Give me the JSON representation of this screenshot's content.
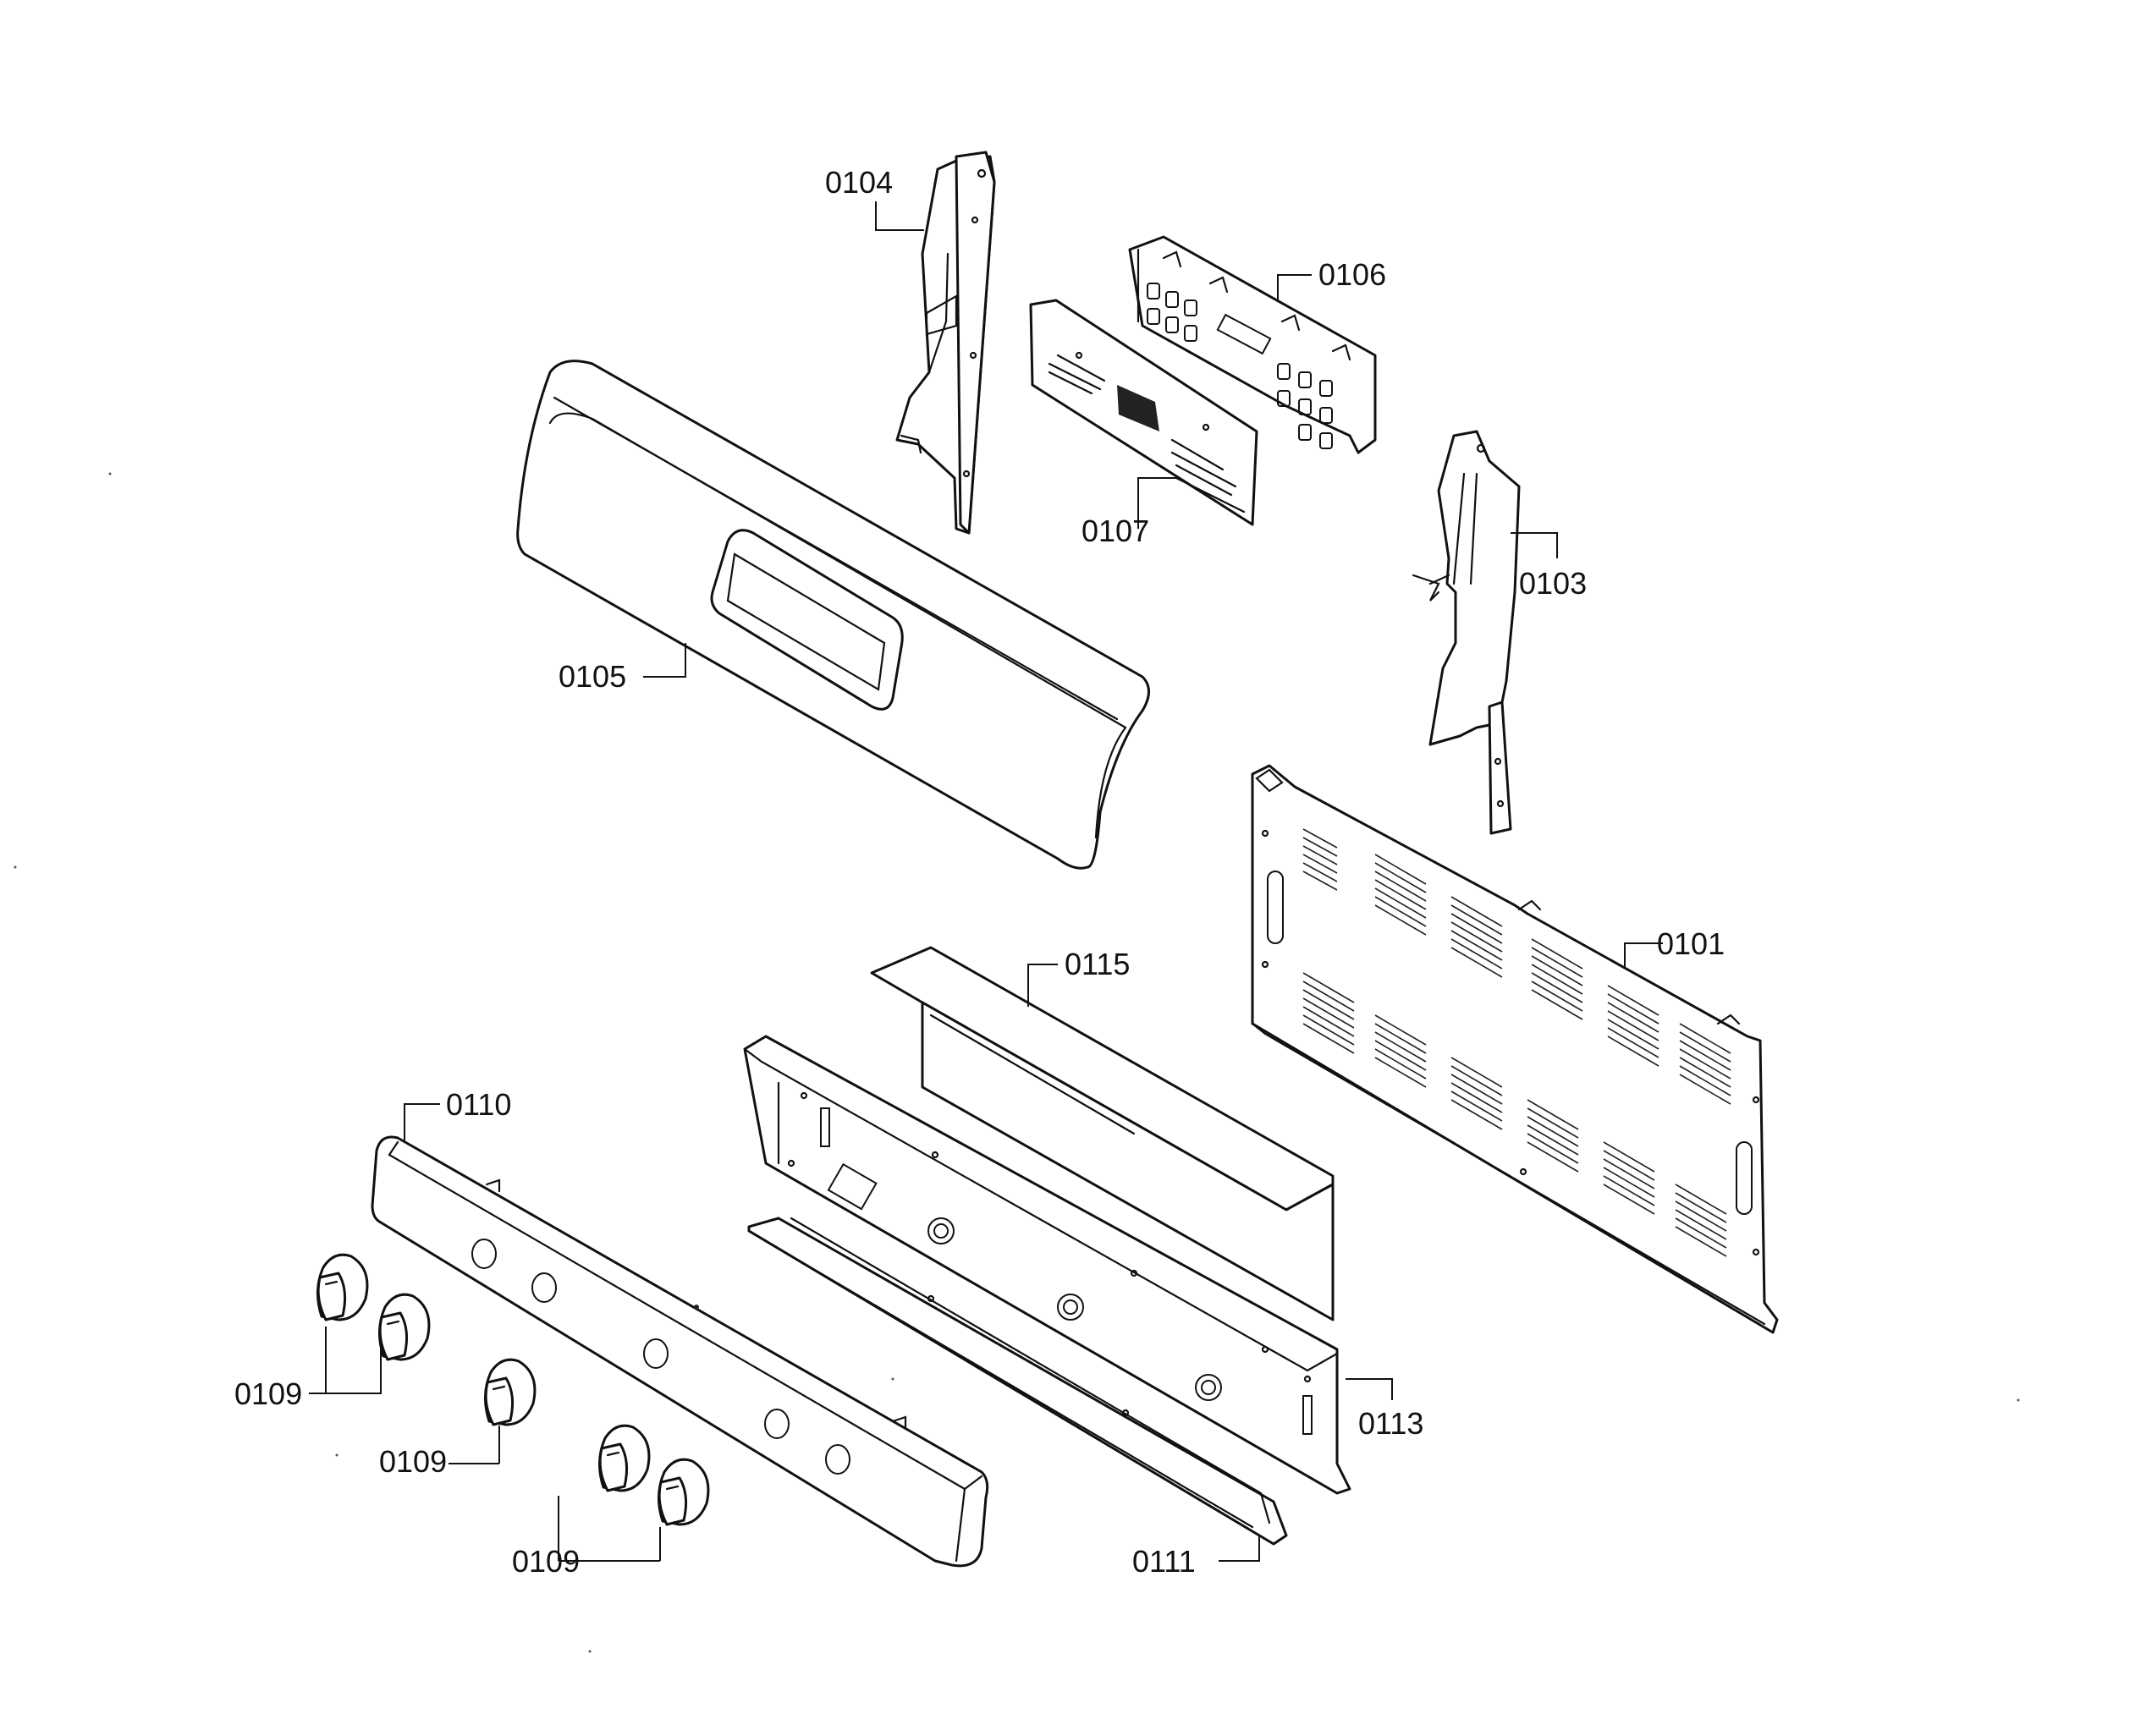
{
  "diagram": {
    "labels": {
      "p0101": "0101",
      "p0103": "0103",
      "p0104": "0104",
      "p0105": "0105",
      "p0106": "0106",
      "p0107": "0107",
      "p0109a": "0109",
      "p0109b": "0109",
      "p0109c": "0109",
      "p0110": "0110",
      "p0111": "0111",
      "p0113": "0113",
      "p0115": "0115"
    },
    "colors": {
      "line": "#111111",
      "background": "#ffffff"
    }
  }
}
